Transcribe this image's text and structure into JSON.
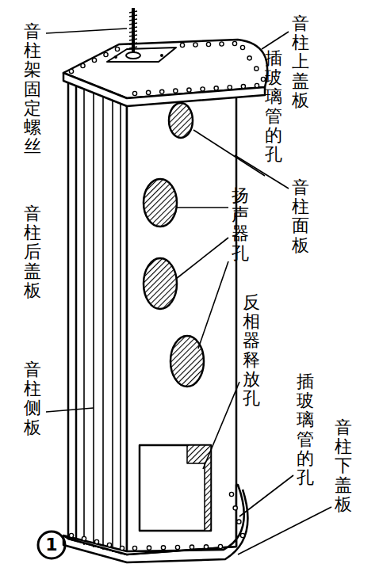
{
  "diagram": {
    "labels": [
      "音柱架固定螺丝",
      "音柱上盖板",
      "插玻璃管的孔",
      "音柱面板",
      "扬声器孔",
      "音柱后盖板",
      "反相器释放孔",
      "插玻璃管的孔",
      "音柱侧板",
      "音柱下盖板",
      "1"
    ]
  }
}
